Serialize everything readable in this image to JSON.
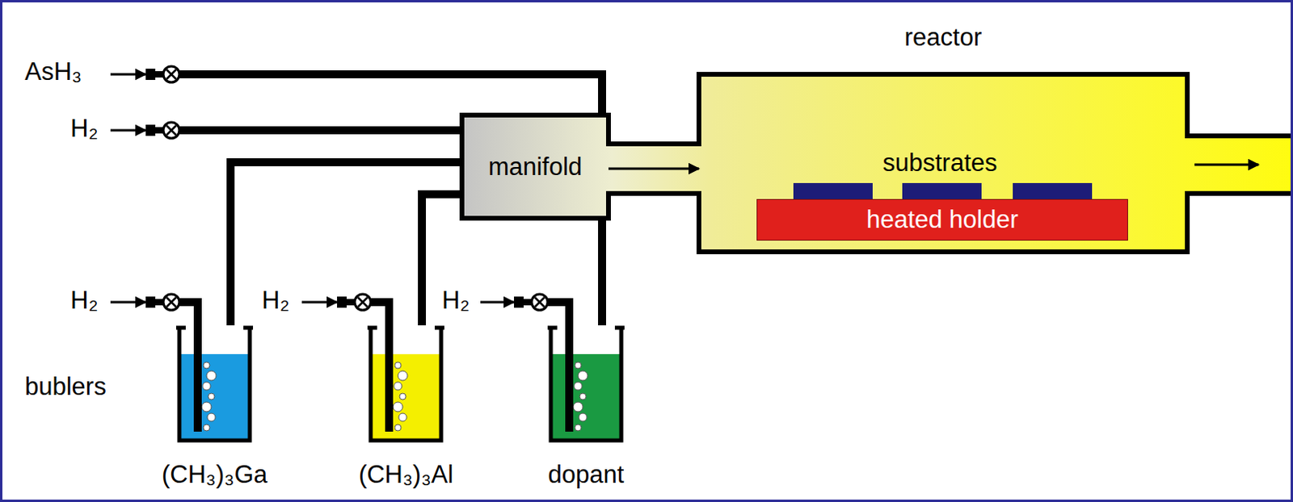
{
  "diagram": {
    "nodes": [
      {
        "text": [
          "manifold"
        ]
      },
      {
        "text": [
          "reactor"
        ]
      },
      {
        "text": [
          "heated holder"
        ],
        "in": 1
      },
      {
        "text": [
          "(CH₃)₃Ga"
        ]
      },
      {
        "text": [
          "(CH₃)₃Al"
        ]
      },
      {
        "text": [
          "dopant"
        ]
      }
    ],
    "edges": [
      {
        "from": 3,
        "to": 0,
        "arrow": "none"
      },
      {
        "from": 4,
        "to": 0,
        "arrow": "none"
      },
      {
        "from": 5,
        "to": 0,
        "arrow": "none"
      },
      {
        "from": 0,
        "to": 1,
        "arrow": "to"
      }
    ],
    "labels": [
      "AsH₃",
      "H₂",
      "H₂",
      "H₂",
      "H₂",
      "bublers",
      "substrates"
    ]
  }
}
